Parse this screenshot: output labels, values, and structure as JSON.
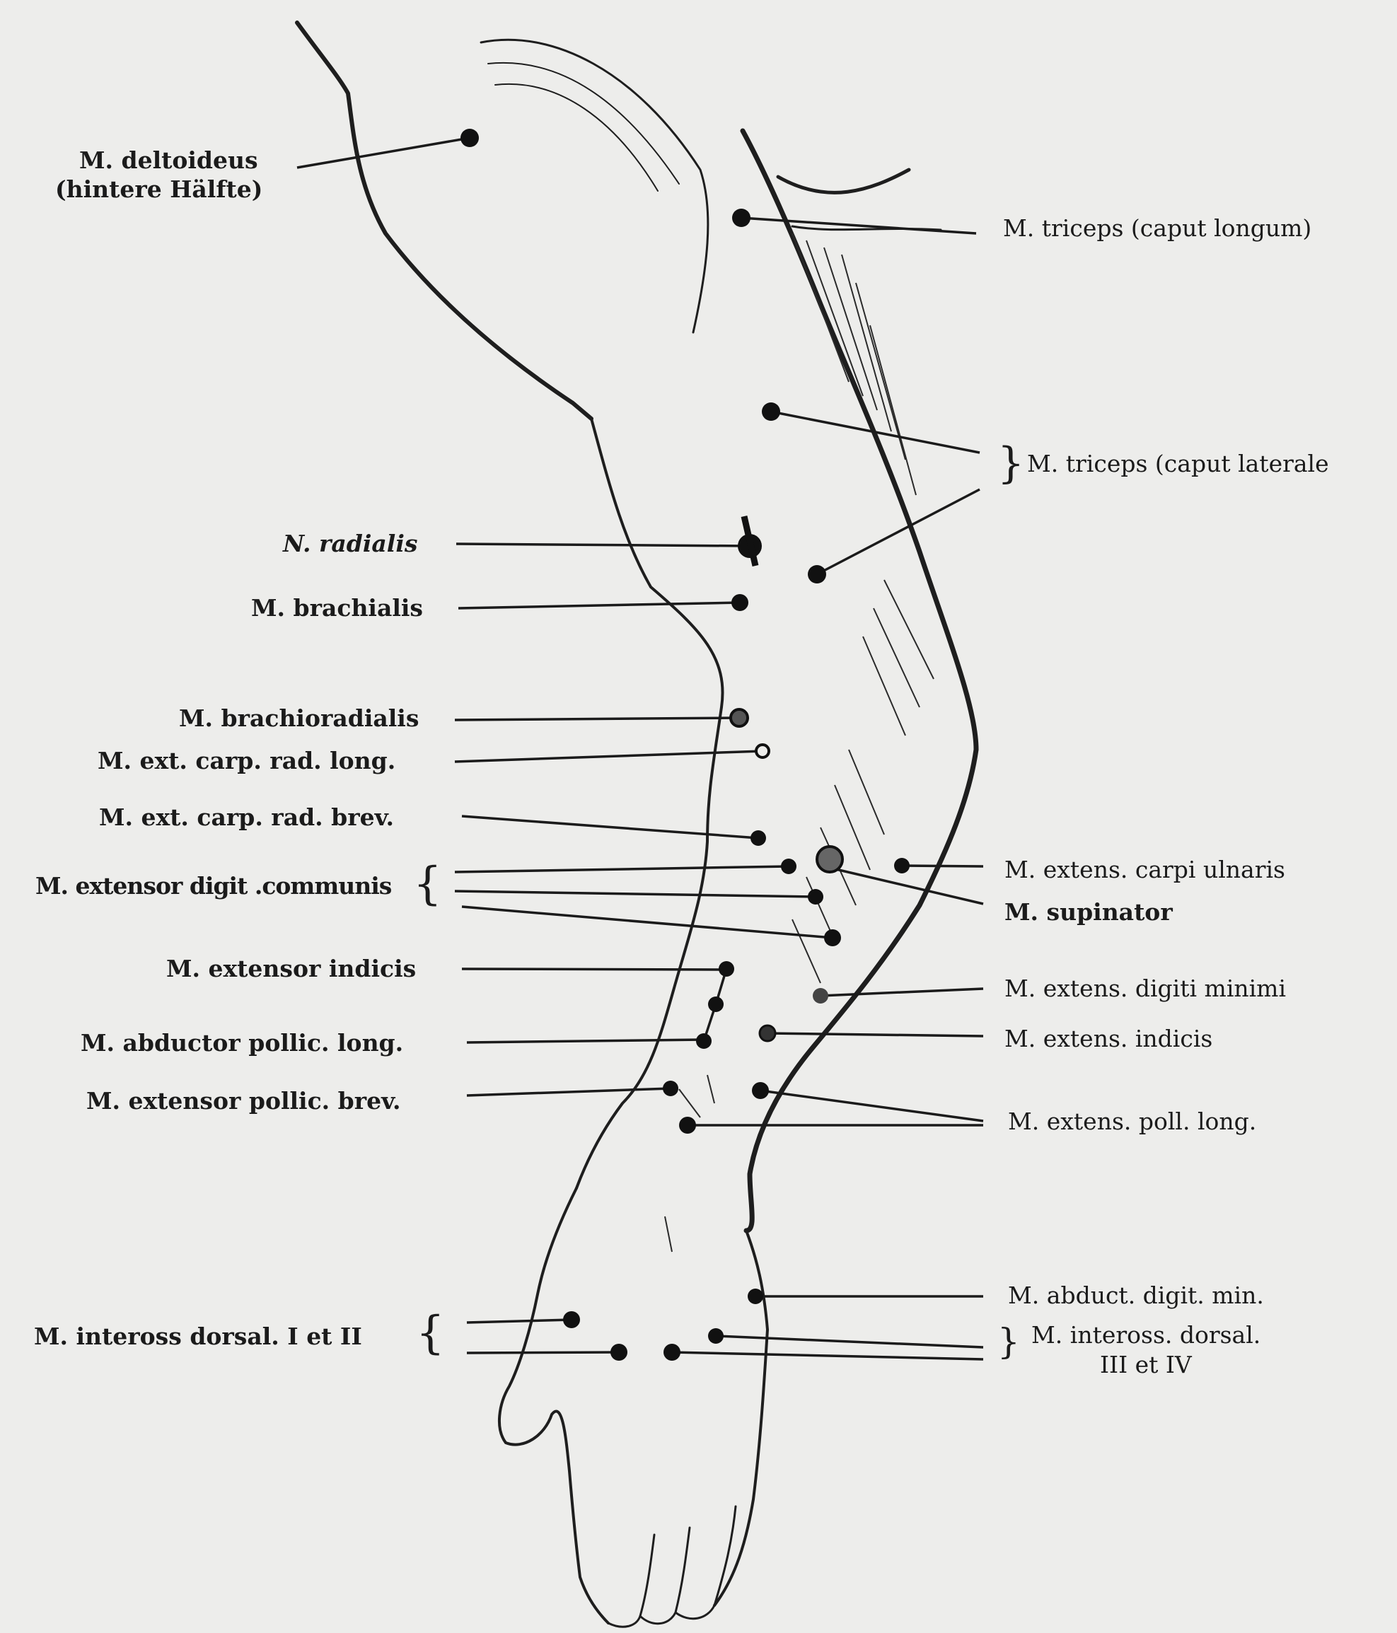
{
  "labels": {
    "deltoideus": "M. deltoideus",
    "deltoideus_sub": "(hintere Hälfte)",
    "n_radialis": "N. radialis",
    "brachialis": "M. brachialis",
    "brachioradialis": "M. brachioradialis",
    "ext_carp_rad_long": "M. ext. carp. rad. long.",
    "ext_carp_rad_brev": "M. ext. carp. rad. brev.",
    "ext_digit_communis": "M. extensor digit .communis",
    "ext_indicis_left": "M. extensor indicis",
    "abd_pollic_long": "M. abductor pollic. long.",
    "ext_pollic_brev": "M. extensor pollic. brev.",
    "inteross_left": "M. inteross dorsal. I et II",
    "triceps_longum": "M. triceps (caput longum)",
    "triceps_laterale": "M. triceps (caput laterale",
    "ext_carpi_ulnaris": "M. extens. carpi ulnaris",
    "supinator": "M. supinator",
    "ext_digiti_minimi": "M. extens. digiti minimi",
    "ext_indicis_right": "M. extens. indicis",
    "ext_poll_long": "M. extens. poll. long.",
    "abduct_digit_min": "M. abduct. digit. min.",
    "inteross_right": "M. inteross. dorsal.",
    "inteross_right_sub": "III et IV"
  }
}
